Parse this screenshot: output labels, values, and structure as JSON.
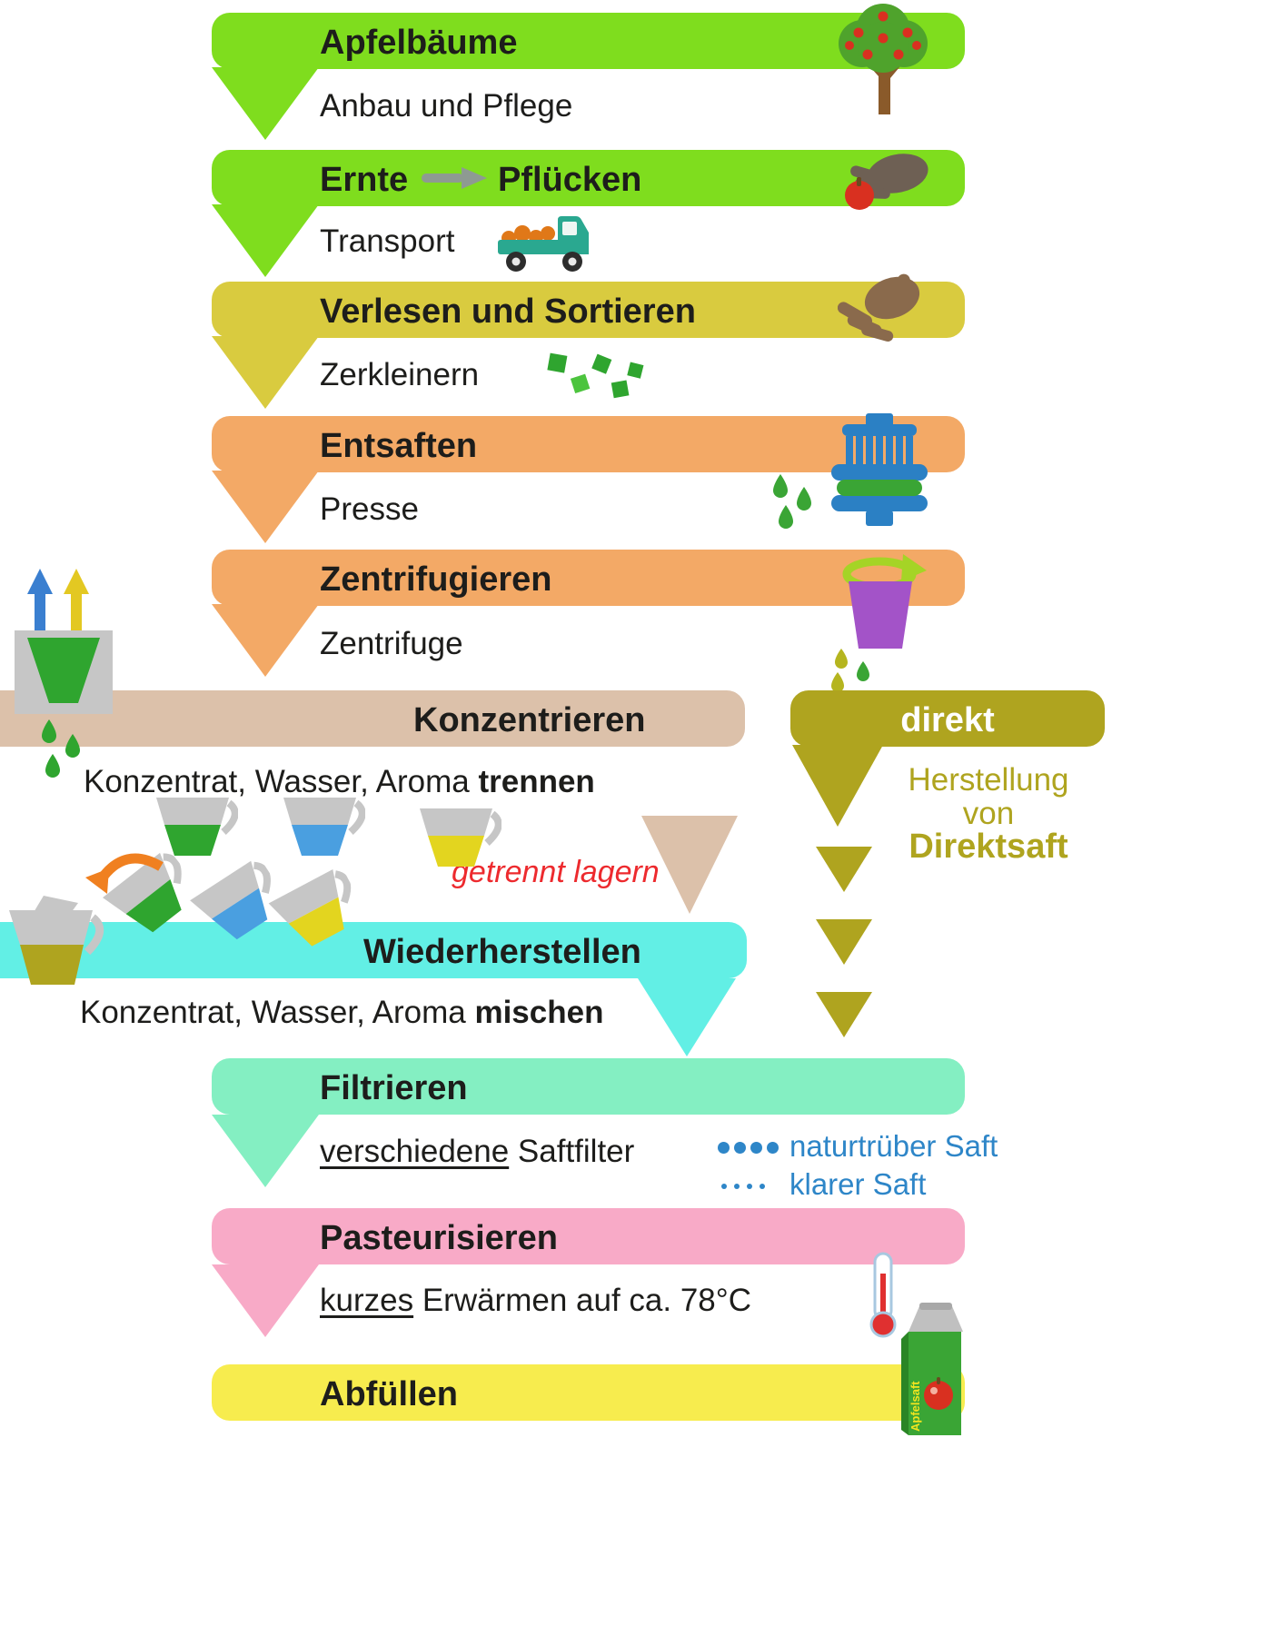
{
  "steps": {
    "apfelbaeume": {
      "title": "Apfelbäume",
      "subtitle": "Anbau und Pflege",
      "color": "#7fdd1e"
    },
    "ernte": {
      "title_left": "Ernte",
      "title_right": "Pflücken",
      "subtitle": "Transport",
      "color": "#7fdd1e"
    },
    "verlesen": {
      "title": "Verlesen und Sortieren",
      "subtitle": "Zerkleinern",
      "color": "#d9cb3f"
    },
    "entsaften": {
      "title": "Entsaften",
      "subtitle": "Presse",
      "color": "#f3a966"
    },
    "zentrifugieren": {
      "title": "Zentrifugieren",
      "subtitle": "Zentrifuge",
      "color": "#f3a966"
    },
    "konzentrieren": {
      "title": "Konzentrieren",
      "subtitle_plain": "Konzentrat, Wasser, Aroma ",
      "subtitle_bold": "trennen",
      "note": "getrennt lagern",
      "color": "#dcc1aa"
    },
    "wiederherstellen": {
      "title": "Wiederherstellen",
      "subtitle_plain": "Konzentrat, Wasser, Aroma ",
      "subtitle_bold": "mischen",
      "color": "#62efe5"
    },
    "filtrieren": {
      "title": "Filtrieren",
      "subtitle_underlined": "verschiedene",
      "subtitle_rest": " Saftfilter",
      "color": "#84efc2"
    },
    "pasteurisieren": {
      "title": "Pasteurisieren",
      "subtitle_underlined": "kurzes",
      "subtitle_rest": " Erwärmen auf ca. 78°C",
      "color": "#f8aac7"
    },
    "abfuellen": {
      "title": "Abfüllen",
      "color": "#f7ec4e"
    }
  },
  "direkt_branch": {
    "banner_label": "direkt",
    "line1": "Herstellung",
    "line2": "von",
    "line3": "Direktsaft",
    "color": "#afa41f"
  },
  "filter_legend": {
    "cloudy_label": "naturtrüber Saft",
    "clear_label": "klarer Saft",
    "color": "#2e86c8"
  },
  "carton": {
    "label": "Apfelsaft"
  },
  "colors": {
    "text": "#1d1d1b",
    "note_red": "#ed2a2e",
    "lime": "#7fdd1e",
    "olive_yellow": "#d9cb3f",
    "orange": "#f3a966",
    "tan": "#dcc1aa",
    "olive": "#afa41f",
    "cyan": "#62efe5",
    "mint": "#84efc2",
    "pink": "#f8aac7",
    "yellow": "#f7ec4e",
    "legend_blue": "#2e86c8"
  }
}
